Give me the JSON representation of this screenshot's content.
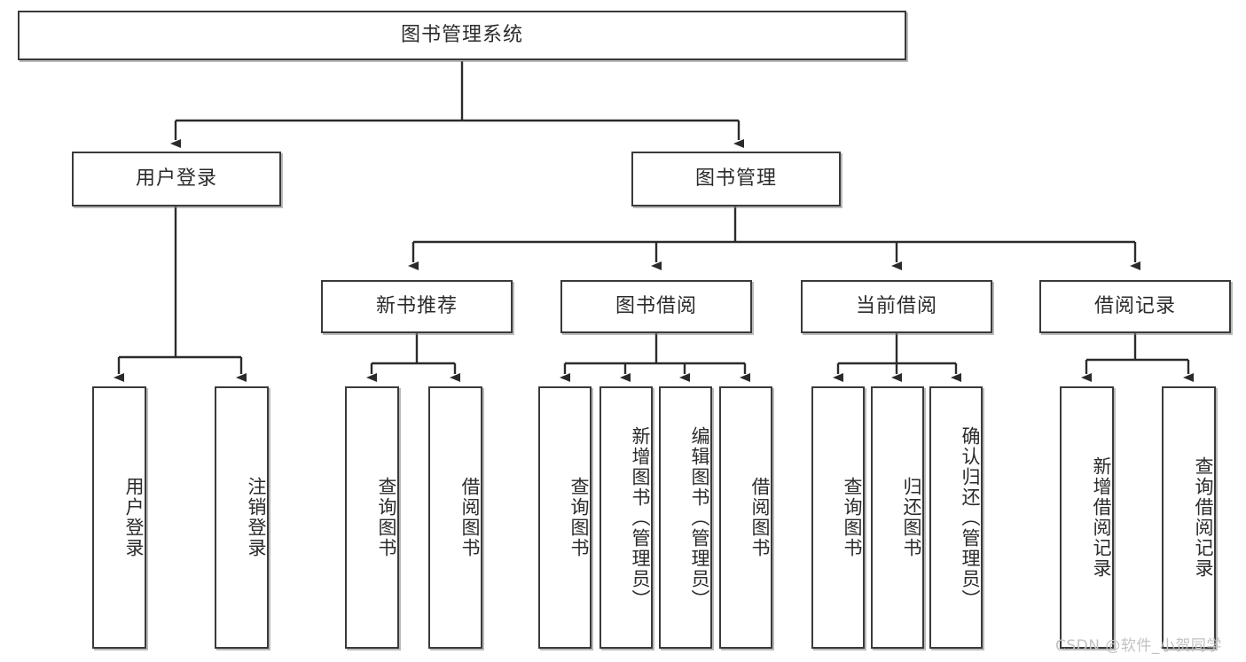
{
  "diagram": {
    "kind": "tree",
    "title_text": "图书管理系统",
    "watermark": "CSDN @软件_小贺同学",
    "colors": {
      "box_border": "#3a3a3a",
      "box_fill": "#ffffff",
      "connector": "#2b2b2b",
      "text": "#2b2b2b",
      "watermark": "#c2c2c2",
      "shadow": "#828282"
    },
    "levels": {
      "root": {
        "label": "图书管理系统"
      },
      "level2": [
        {
          "id": "user-login",
          "label": "用户登录"
        },
        {
          "id": "book-manage",
          "label": "图书管理"
        }
      ],
      "level3": [
        {
          "id": "new-book-recommend",
          "label": "新书推荐",
          "parent": "book-manage"
        },
        {
          "id": "book-borrow",
          "label": "图书借阅",
          "parent": "book-manage"
        },
        {
          "id": "current-borrow",
          "label": "当前借阅",
          "parent": "book-manage"
        },
        {
          "id": "borrow-record",
          "label": "借阅记录",
          "parent": "book-manage"
        }
      ],
      "leaves": [
        {
          "id": "leaf-user-login",
          "label": "用户登录",
          "parent": "user-login"
        },
        {
          "id": "leaf-user-logout",
          "label": "注销登录",
          "parent": "user-login"
        },
        {
          "id": "leaf-query-book-1",
          "label": "查询图书",
          "parent": "new-book-recommend"
        },
        {
          "id": "leaf-borrow-book-1",
          "label": "借阅图书",
          "parent": "new-book-recommend"
        },
        {
          "id": "leaf-query-book-2",
          "label": "查询图书",
          "parent": "book-borrow"
        },
        {
          "id": "leaf-add-book",
          "label": "新增图书（管理员）",
          "parent": "book-borrow"
        },
        {
          "id": "leaf-edit-book",
          "label": "编辑图书（管理员）",
          "parent": "book-borrow"
        },
        {
          "id": "leaf-borrow-book-2",
          "label": "借阅图书",
          "parent": "book-borrow"
        },
        {
          "id": "leaf-query-book-3",
          "label": "查询图书",
          "parent": "current-borrow"
        },
        {
          "id": "leaf-return-book",
          "label": "归还图书",
          "parent": "current-borrow"
        },
        {
          "id": "leaf-confirm-return",
          "label": "确认归还（管理员）",
          "parent": "current-borrow"
        },
        {
          "id": "leaf-add-record",
          "label": "新增借阅记录",
          "parent": "borrow-record"
        },
        {
          "id": "leaf-query-record",
          "label": "查询借阅记录",
          "parent": "borrow-record"
        }
      ]
    }
  }
}
